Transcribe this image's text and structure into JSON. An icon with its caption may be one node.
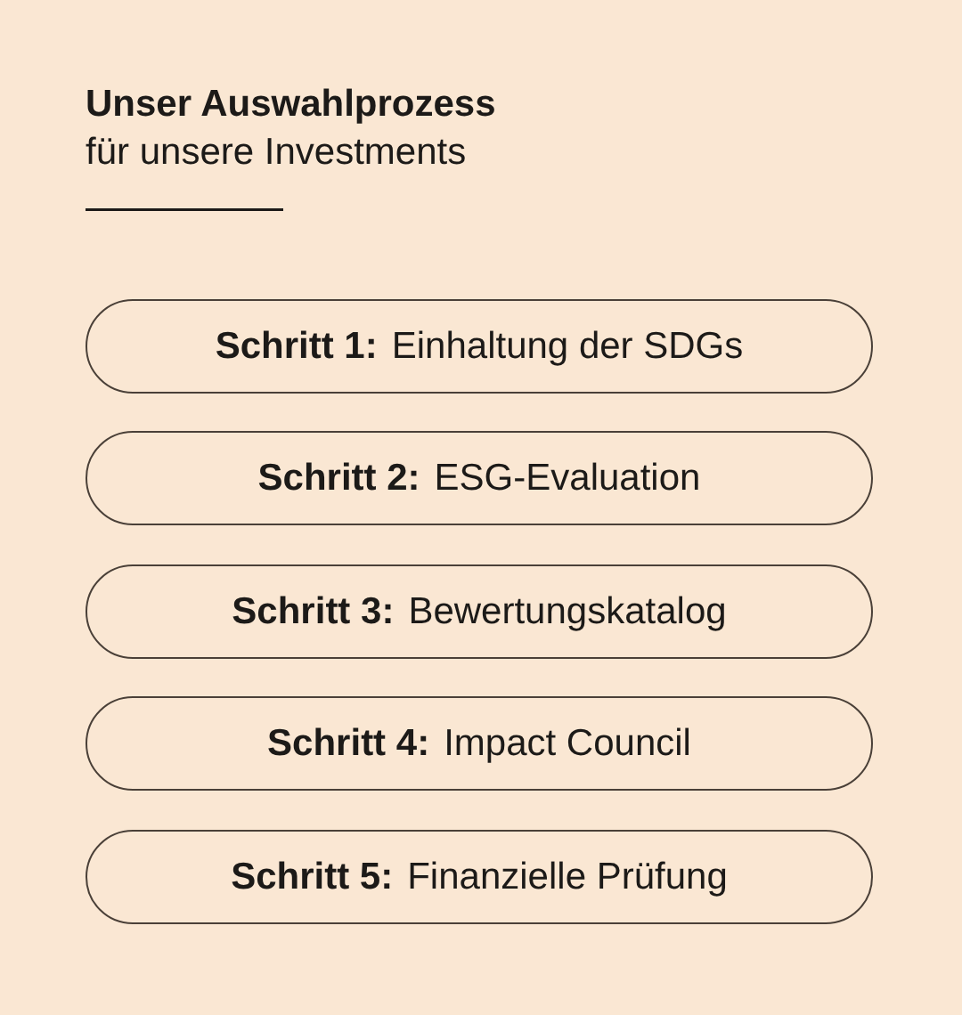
{
  "diagram": {
    "title": "Unser Auswahlprozess",
    "nodes": [
      {
        "text": [
          "Schritt 1:",
          "Einhaltung der SDGs"
        ]
      },
      {
        "text": [
          "Schritt 2:",
          "ESG-Evaluation"
        ]
      },
      {
        "text": [
          "Schritt 3:",
          "Bewertungskatalog"
        ]
      },
      {
        "text": [
          "Schritt 4:",
          "Impact Council"
        ]
      },
      {
        "text": [
          "Schritt 5:",
          "Finanzielle Prüfung"
        ]
      }
    ],
    "labels": [
      "für unsere Investments"
    ]
  }
}
